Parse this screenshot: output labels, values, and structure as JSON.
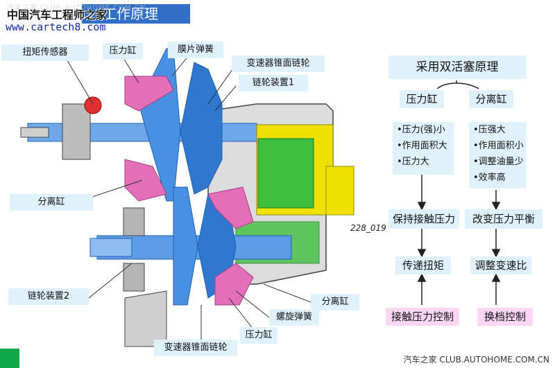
{
  "header": {
    "watermark_faded": "汽车之家 CLUB.AUTOHOME.COM.CN",
    "watermark_cn": "中国汽车工程师之家",
    "watermark_url": "www.cartech8.com",
    "title": "工作原理"
  },
  "figure_id": "228_019",
  "labels": {
    "torque_sensor": "扭矩传感器",
    "pressure_cyl_top": "压力缸",
    "diaphragm_spring": "膜片弹簧",
    "cone_pulley_top": "变速器锥面链轮",
    "pulley_set1": "链轮装置1",
    "separation_cyl_left": "分离缸",
    "pulley_set2": "链轮装置2",
    "separation_cyl_right": "分离缸",
    "coil_spring": "螺旋弹簧",
    "pressure_cyl_bottom": "压力缸",
    "cone_pulley_bottom": "变速器锥面链轮"
  },
  "flow": {
    "main": "采用双活塞原理",
    "left_head": "压力缸",
    "right_head": "分离缸",
    "left_list": [
      "•压力(强)小",
      "•作用面积大",
      "•压力大"
    ],
    "right_list": [
      "•压强大",
      "•作用面积小",
      "•调整油量少",
      "•效率高"
    ],
    "left_result": "保持接触压力",
    "right_result": "改变压力平衡",
    "left_effect": "传递扭矩",
    "right_effect": "调整变速比",
    "left_control": "接触压力控制",
    "right_control": "换档控制"
  },
  "footer": {
    "watermark": "汽车之家 CLUB.AUTOHOME.COM.CN"
  },
  "colors": {
    "blue_part": "#4a90e2",
    "dark_blue": "#1d5fae",
    "pink_part": "#e26fb8",
    "green_part": "#3fbf3f",
    "yellow_part": "#f0e000",
    "label_bg": "#dff1fb",
    "control_bg": "#fbd7f4"
  },
  "icons": {
    "nav": "green-nav-square"
  }
}
